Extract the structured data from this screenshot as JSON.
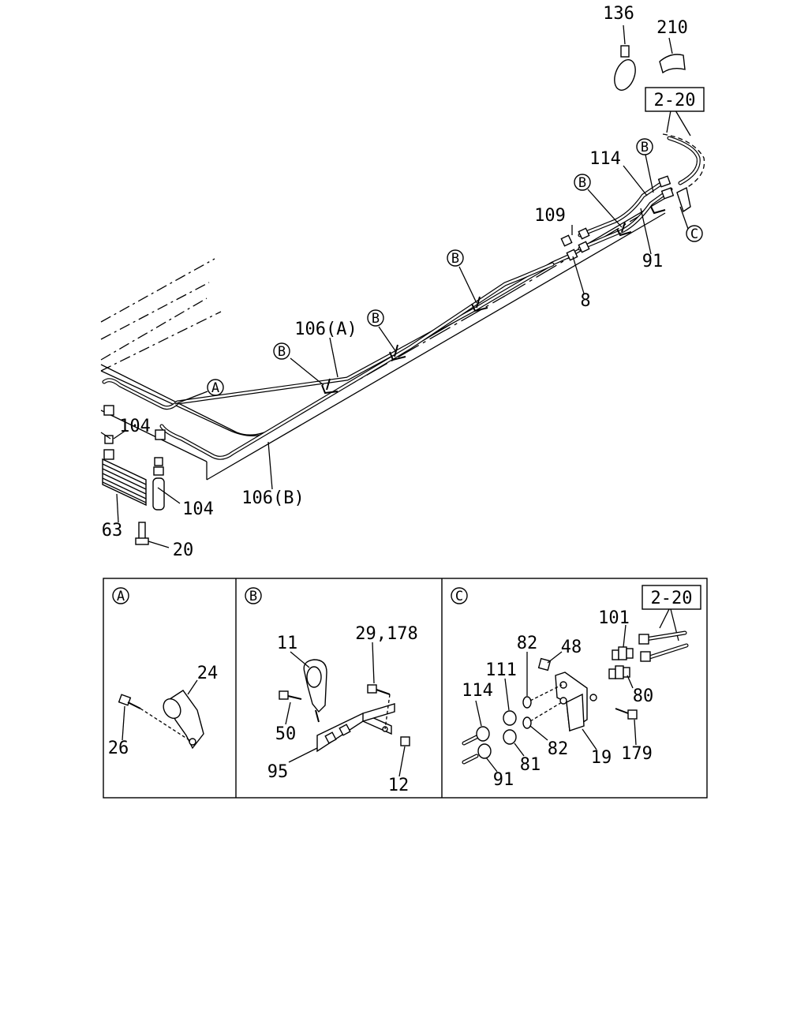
{
  "main_diagram": {
    "callouts": {
      "c136": "136",
      "c210": "210",
      "c114": "114",
      "c109": "109",
      "c91": "91",
      "c8": "8",
      "c106a": "106(A)",
      "c106b": "106(B)",
      "c104a": "104",
      "c104b": "104",
      "c63": "63",
      "c20": "20"
    },
    "ref_box": "2-20",
    "circle_markers": {
      "A": "A",
      "B": "B",
      "C": "C"
    }
  },
  "detail_panels": {
    "A": {
      "marker": "A",
      "callouts": {
        "c24": "24",
        "c26": "26"
      }
    },
    "B": {
      "marker": "B",
      "callouts": {
        "c11": "11",
        "c29": "29,178",
        "c50": "50",
        "c95": "95",
        "c12": "12"
      }
    },
    "C": {
      "marker": "C",
      "ref_box": "2-20",
      "callouts": {
        "c101": "101",
        "c82a": "82",
        "c48": "48",
        "c111": "111",
        "c114": "114",
        "c80": "80",
        "c179": "179",
        "c19": "19",
        "c82b": "82",
        "c81": "81",
        "c91": "91"
      }
    }
  }
}
